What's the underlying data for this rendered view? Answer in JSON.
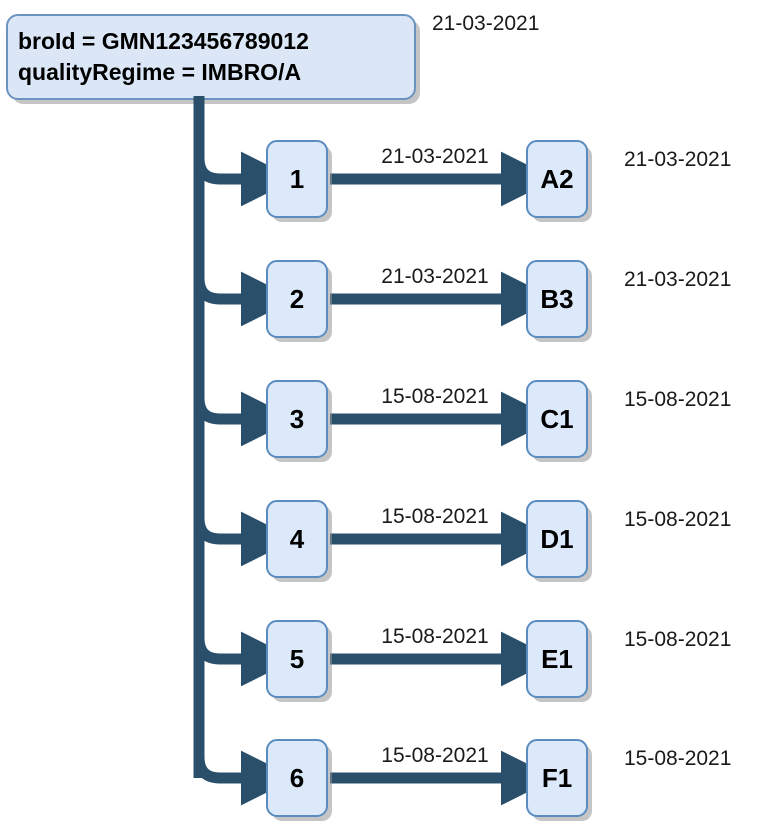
{
  "diagram": {
    "title_date": "21-03-2021",
    "root": {
      "line1": "broId = GMN123456789012",
      "line2": "qualityRegime = IMBRO/A"
    },
    "colors": {
      "node_fill": "#dbe9fa",
      "node_border": "#5b8cc0",
      "root_fill": "#dbe7f7",
      "root_border": "#6b93c0",
      "connector": "#2a4f6b",
      "shadow": "#9a9a9a",
      "text": "#1a1a1a",
      "background": "#ffffff"
    },
    "rows": [
      {
        "left_node": "1",
        "right_node": "A2",
        "edge_date": "21-03-2021",
        "right_date": "21-03-2021"
      },
      {
        "left_node": "2",
        "right_node": "B3",
        "edge_date": "21-03-2021",
        "right_date": "21-03-2021"
      },
      {
        "left_node": "3",
        "right_node": "C1",
        "edge_date": "15-08-2021",
        "right_date": "15-08-2021"
      },
      {
        "left_node": "4",
        "right_node": "D1",
        "edge_date": "15-08-2021",
        "right_date": "15-08-2021"
      },
      {
        "left_node": "5",
        "right_node": "E1",
        "edge_date": "15-08-2021",
        "right_date": "15-08-2021"
      },
      {
        "left_node": "6",
        "right_node": "F1",
        "edge_date": "15-08-2021",
        "right_date": "15-08-2021"
      }
    ]
  }
}
